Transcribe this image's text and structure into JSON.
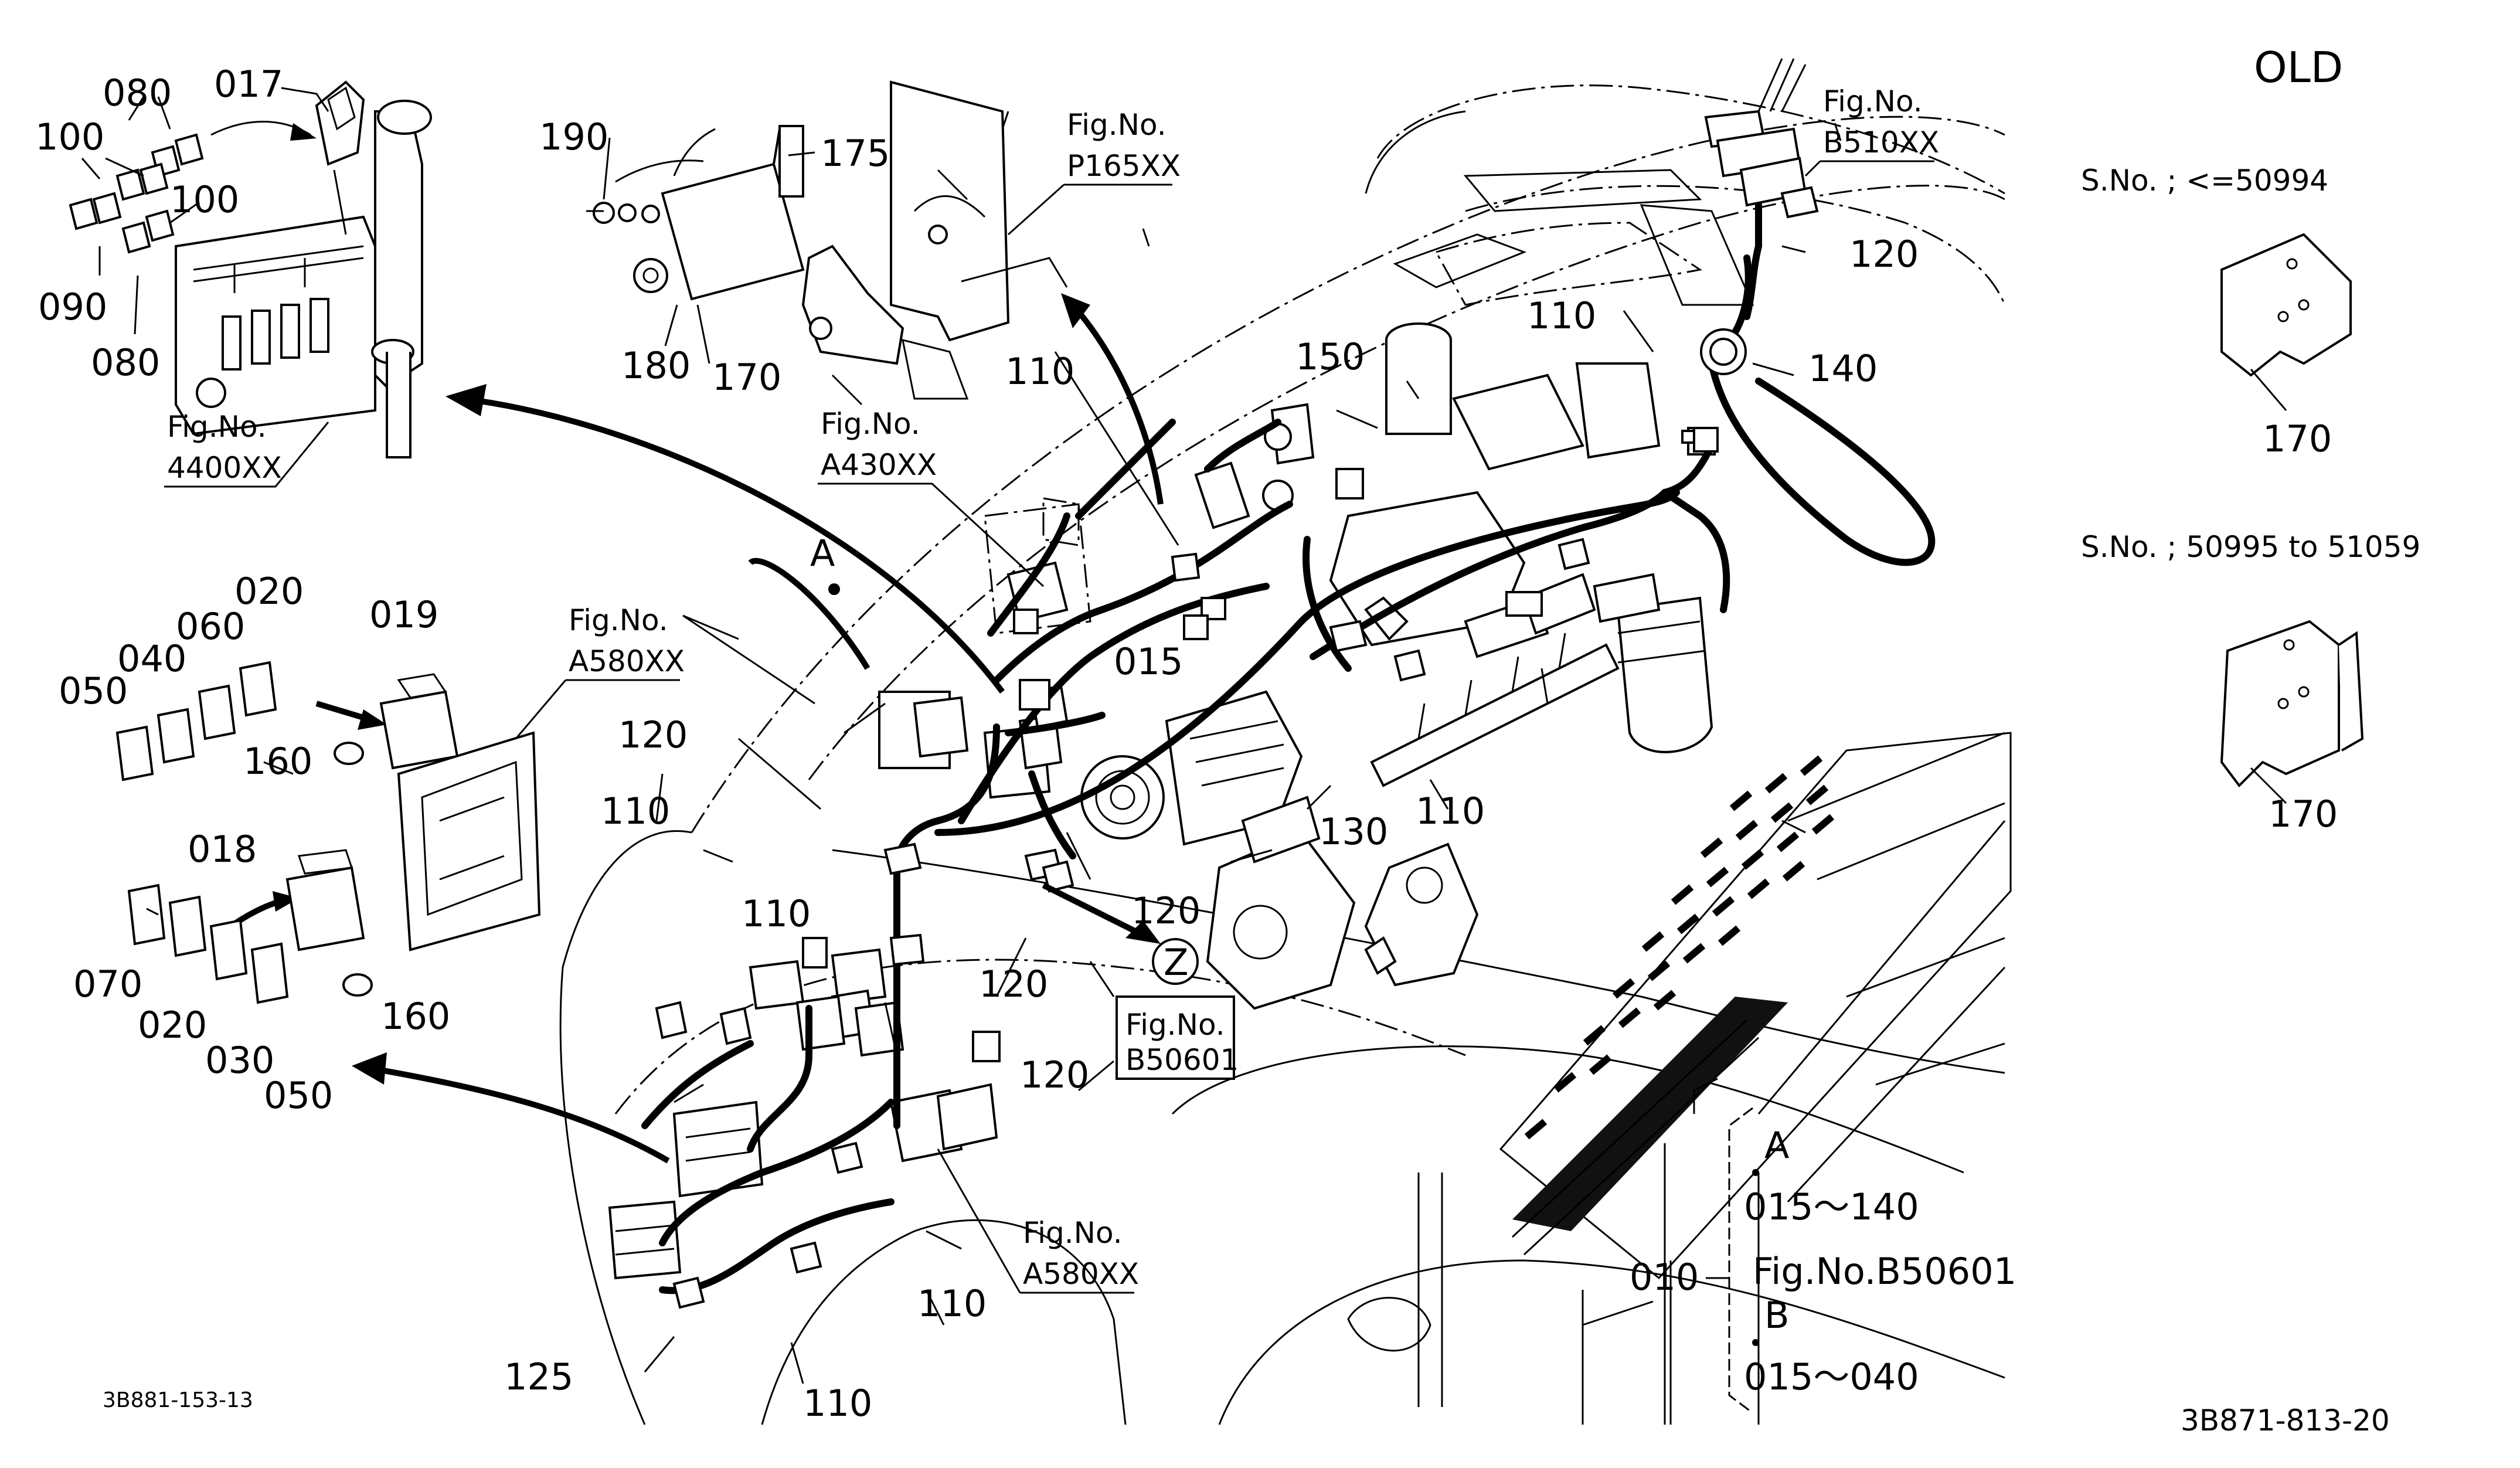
{
  "header": {
    "revision_label": "OLD"
  },
  "variants": [
    {
      "serial_label": "S.No. ; <=50994",
      "part_number": "170"
    },
    {
      "serial_label": "S.No. ; 50995 to 51059",
      "part_number": "170"
    }
  ],
  "fig_refs": {
    "f4400": "4400XX",
    "p165": "P165XX",
    "a430": "A430XX",
    "b510": "B510XX",
    "a580_top": "A580XX",
    "a580_bottom": "A580XX",
    "b50601": "B50601"
  },
  "fig_prefix": "Fig.No.",
  "view_marks": {
    "z": "Z",
    "a": "A"
  },
  "legend": {
    "part_number": "010",
    "line_1": "A",
    "line_2": "015～140",
    "line_3": "Fig.No.B50601",
    "line_4": "B",
    "line_5": "015～040"
  },
  "callouts": {
    "p017": "017",
    "p080a": "080",
    "p100a": "100",
    "p100b": "100",
    "p090": "090",
    "p080b": "080",
    "p190": "190",
    "p175": "175",
    "p180": "180",
    "p170": "170",
    "p020a": "020",
    "p060": "060",
    "p040": "040",
    "p050a": "050",
    "p019": "019",
    "p160a": "160",
    "p018": "018",
    "p070": "070",
    "p020b": "020",
    "p030": "030",
    "p050b": "050",
    "p160b": "160",
    "p110a": "110",
    "p110b": "110",
    "p110c": "110",
    "p110d": "110",
    "p110e": "110",
    "p110f": "110",
    "p110g": "110",
    "p120a": "120",
    "p120b": "120",
    "p120c": "120",
    "p120d": "120",
    "p120e": "120",
    "p125": "125",
    "p130": "130",
    "p140": "140",
    "p150": "150",
    "p015": "015"
  },
  "footer": {
    "left_code": "3B881-153-13",
    "right_code": "3B871-813-20"
  }
}
